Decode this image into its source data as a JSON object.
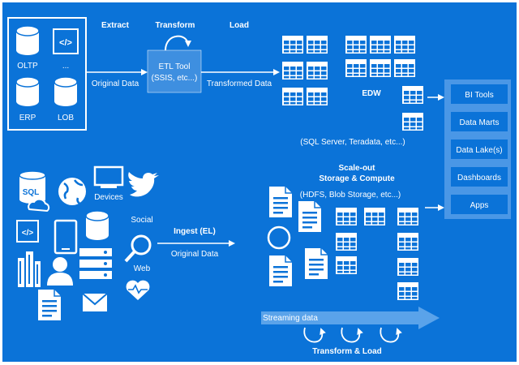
{
  "colors": {
    "background": "#0b73d8",
    "foreground": "#ffffff",
    "box_fill": "#3e8fe0",
    "panel_fill": "#4a97e6"
  },
  "sources": {
    "oltp": "OLTP",
    "ellipsis": "...",
    "erp": "ERP",
    "lob": "LOB"
  },
  "etl": {
    "extract": "Extract",
    "transform": "Transform",
    "load": "Load",
    "original_data": "Original Data",
    "tool_line1": "ETL Tool",
    "tool_line2": "(SSIS, etc...)",
    "transformed_data": "Transformed Data"
  },
  "edw": {
    "title": "EDW",
    "platforms": "(SQL Server, Teradata, etc...)"
  },
  "outputs": [
    "BI Tools",
    "Data Marts",
    "Data Lake(s)",
    "Dashboards",
    "Apps"
  ],
  "new_sources": {
    "sql": "SQL",
    "devices": "Devices",
    "social": "Social",
    "web": "Web"
  },
  "ingest": {
    "title": "Ingest (EL)",
    "original_data": "Original Data"
  },
  "scaleout": {
    "line1": "Scale-out",
    "line2": "Storage & Compute",
    "platforms": "(HDFS, Blob Storage, etc...)"
  },
  "streaming": {
    "label": "Streaming data",
    "transform_load": "Transform & Load"
  },
  "icons": [
    "database-icon",
    "code-icon",
    "table-icon",
    "document-icon",
    "globe-icon",
    "monitor-icon",
    "twitter-bird-icon",
    "phone-icon",
    "magnifier-icon",
    "server-icon",
    "person-icon",
    "buildings-icon",
    "heart-pulse-icon",
    "mail-icon",
    "circle-icon",
    "cloud-icon",
    "loop-arrow-icon"
  ]
}
